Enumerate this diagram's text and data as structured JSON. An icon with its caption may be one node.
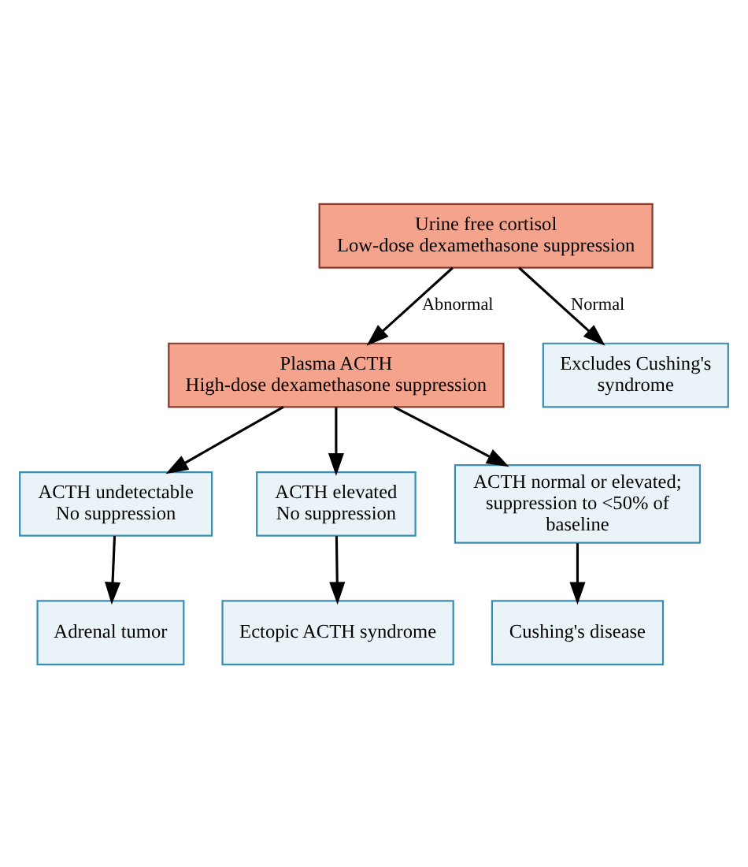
{
  "diagram": {
    "nodes": [
      {
        "text": [
          "Urine free cortisol",
          "Low-dose dexamethasone suppression"
        ]
      },
      {
        "text": [
          "Plasma ACTH",
          "High-dose dexamethasone suppression"
        ]
      },
      {
        "text": [
          "Excludes Cushing's syndrome"
        ]
      },
      {
        "text": [
          "ACTH undetectable",
          "No suppression"
        ]
      },
      {
        "text": [
          "ACTH elevated",
          "No suppression"
        ]
      },
      {
        "text": [
          "ACTH normal or elevated; suppression to <50% of baseline"
        ]
      },
      {
        "text": [
          "Adrenal tumor"
        ]
      },
      {
        "text": [
          "Ectopic ACTH syndrome"
        ]
      },
      {
        "text": [
          "Cushing's disease"
        ]
      }
    ],
    "edges": [
      {
        "from": 0,
        "to": 1,
        "arrow": "to",
        "label": "Abnormal"
      },
      {
        "from": 0,
        "to": 2,
        "arrow": "to",
        "label": "Normal"
      },
      {
        "from": 1,
        "to": 3,
        "arrow": "to"
      },
      {
        "from": 1,
        "to": 4,
        "arrow": "to"
      },
      {
        "from": 1,
        "to": 5,
        "arrow": "to"
      },
      {
        "from": 3,
        "to": 6,
        "arrow": "to"
      },
      {
        "from": 4,
        "to": 7,
        "arrow": "to"
      },
      {
        "from": 5,
        "to": 8,
        "arrow": "to"
      }
    ]
  }
}
